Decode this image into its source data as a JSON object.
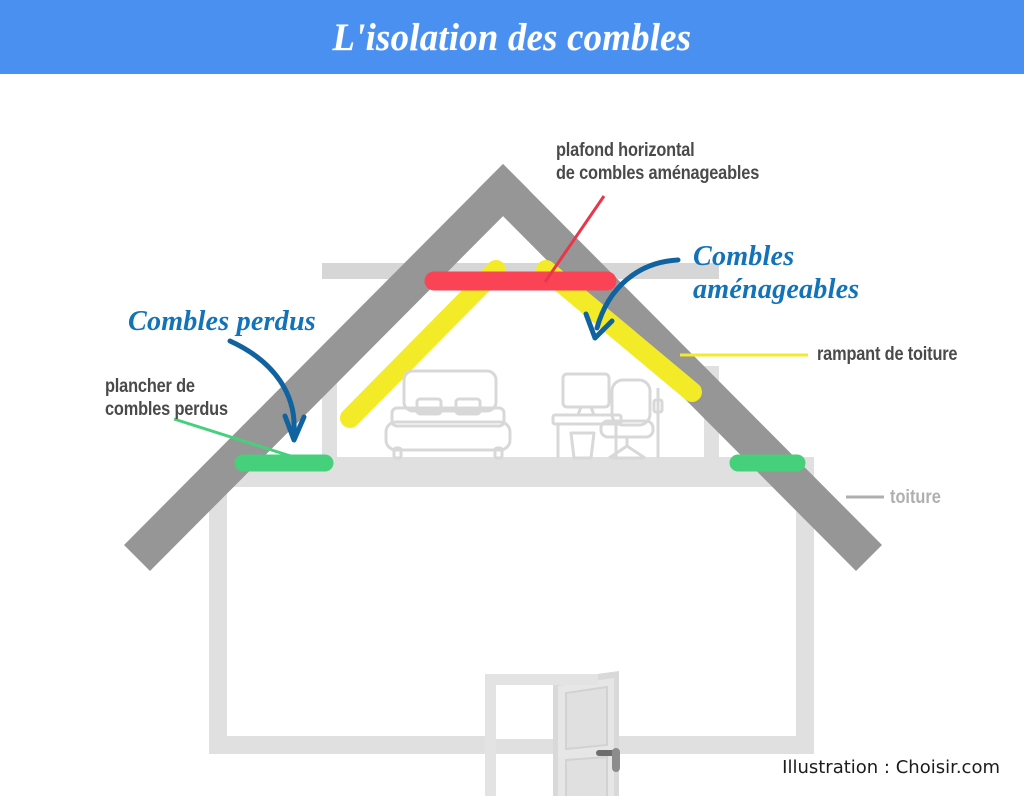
{
  "header": {
    "title": "L'isolation des combles",
    "background_color": "#4A90F0",
    "text_color": "#FFFFFF"
  },
  "labels": {
    "plafond_line1": "plafond horizontal",
    "plafond_line2": "de combles aménageables",
    "combles_amenageables_line1": "Combles",
    "combles_amenageables_line2": "aménageables",
    "combles_perdus": "Combles perdus",
    "plancher_line1": "plancher de",
    "plancher_line2": "combles perdus",
    "rampant": "rampant de toiture",
    "toiture": "toiture"
  },
  "footer": {
    "credit": "Illustration : Choisir.com"
  },
  "colors": {
    "banner_blue": "#4A90F0",
    "script_blue": "#1273B8",
    "arrow_blue": "#11639F",
    "label_gray": "#4A4A4A",
    "roof_gray": "#969696",
    "wall_gray": "#E0E0E0",
    "furniture_gray": "#D8D8D8",
    "toiture_label_gray": "#AFAFAF",
    "insulation_red": "#FA4355",
    "insulation_yellow": "#F4EB28",
    "insulation_green": "#46D07C",
    "ceiling_band_gray": "#D6D6D6",
    "door_gray": "#E3E3E3",
    "door_handle_gray": "#6E6E6E"
  },
  "diagram": {
    "type": "cross-section-illustration",
    "subject": "Maison en coupe montrant l'isolation des combles",
    "elements": [
      {
        "name": "toiture",
        "description": "pans de toit gris en diagonale",
        "color": "#969696"
      },
      {
        "name": "rampant de toiture",
        "description": "isolation jaune le long des rampants",
        "color": "#F4EB28"
      },
      {
        "name": "plafond horizontal de combles aménageables",
        "description": "isolation rouge sous le faîtage",
        "color": "#FA4355"
      },
      {
        "name": "plancher de combles perdus",
        "description": "isolation verte sur le plancher latéral",
        "color": "#46D07C"
      },
      {
        "name": "combles aménageables",
        "description": "pièce centrale aménagée avec lit et bureau"
      },
      {
        "name": "combles perdus",
        "description": "volumes latéraux non aménagés"
      },
      {
        "name": "rez-de-chaussée",
        "description": "grande pièce avec porte ouverte"
      }
    ],
    "furniture": [
      "lit double",
      "bureau avec écran",
      "chaise de bureau",
      "corbeille",
      "porte ouverte"
    ]
  }
}
